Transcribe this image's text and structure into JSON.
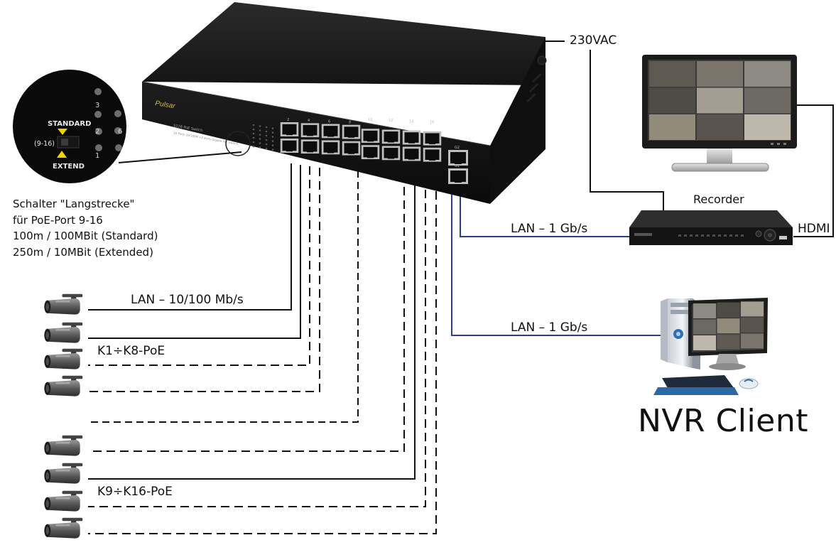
{
  "power_label": "230VAC",
  "recorder_label": "Recorder",
  "hdmi_label": "HDMI",
  "lan_recorder_label": "LAN – 1 Gb/s",
  "lan_client_label": "LAN – 1 Gb/s",
  "lan_camera_label": "LAN – 10/100 Mb/s",
  "group1_label": "K1÷K8-PoE",
  "group2_label": "K9÷K16-PoE",
  "client_label": "NVR Client",
  "switch_note": [
    "Schalter \"Langstrecke\"",
    "für PoE-Port 9-16",
    "100m / 100MBit (Standard)",
    "250m / 10MBit (Extended)"
  ],
  "zoom": {
    "standard": "STANDARD",
    "extend": "EXTEND",
    "range": "(9-16)",
    "digits": [
      "3",
      "2",
      "1",
      "6"
    ]
  },
  "switch_brand": "Pulsar",
  "switch_model": "S116 PoE Switch",
  "switch_subtitle": "16 Ports 10/100M +2 Ports Gigabit PoE Switch",
  "port_numbers_top": [
    "2",
    "4",
    "6",
    "8",
    "10",
    "12",
    "14",
    "16"
  ],
  "uplink_labels": [
    "G2",
    "G1"
  ]
}
